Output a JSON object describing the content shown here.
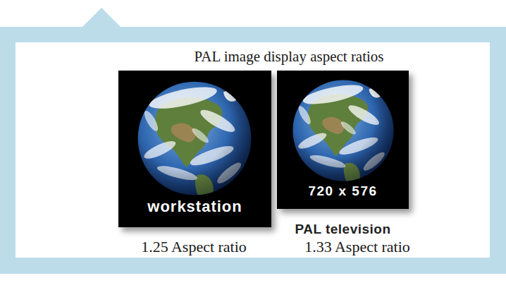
{
  "diagram": {
    "title": "PAL image display aspect ratios",
    "nodes": [
      {
        "text": [
          "workstation"
        ]
      },
      {
        "text": [
          "720 x 576",
          "PAL television"
        ]
      }
    ],
    "labels": [
      "1.25 Aspect ratio",
      "1.33 Aspect ratio"
    ]
  }
}
